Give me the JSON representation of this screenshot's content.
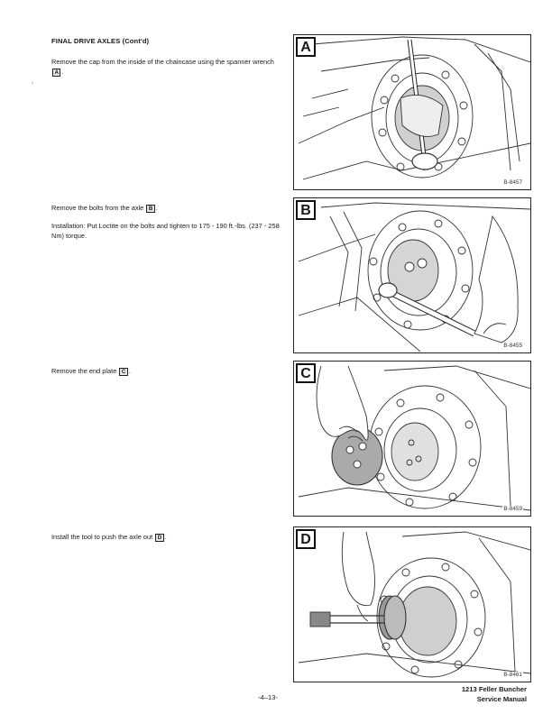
{
  "section": {
    "heading": "FINAL DRIVE AXLES (Cont'd)"
  },
  "stray_mark": "›",
  "steps": [
    {
      "text": "Remove the cap from the inside of the chaincase using the spanner wrench",
      "ref": "A",
      "end": "."
    },
    {
      "text": "Remove the bolts from the axle",
      "ref": "B",
      "end": ".",
      "note": "Installation: Put Loctite on the bolts and tighten to 175 - 190 ft.-lbs. (237 - 258 Nm) torque."
    },
    {
      "text": "Remove the end plate",
      "ref": "C",
      "end": "."
    },
    {
      "text": "Install the tool to push the axle out",
      "ref": "D",
      "end": "."
    }
  ],
  "figures": [
    {
      "letter": "A",
      "code": "B-8457"
    },
    {
      "letter": "B",
      "code": "B-8455"
    },
    {
      "letter": "C",
      "code": "B-8459"
    },
    {
      "letter": "D",
      "code": "B-8461"
    }
  ],
  "footer": {
    "page": "-4–13-",
    "title_line1": "1213 Feller Buncher",
    "title_line2": "Service Manual"
  }
}
